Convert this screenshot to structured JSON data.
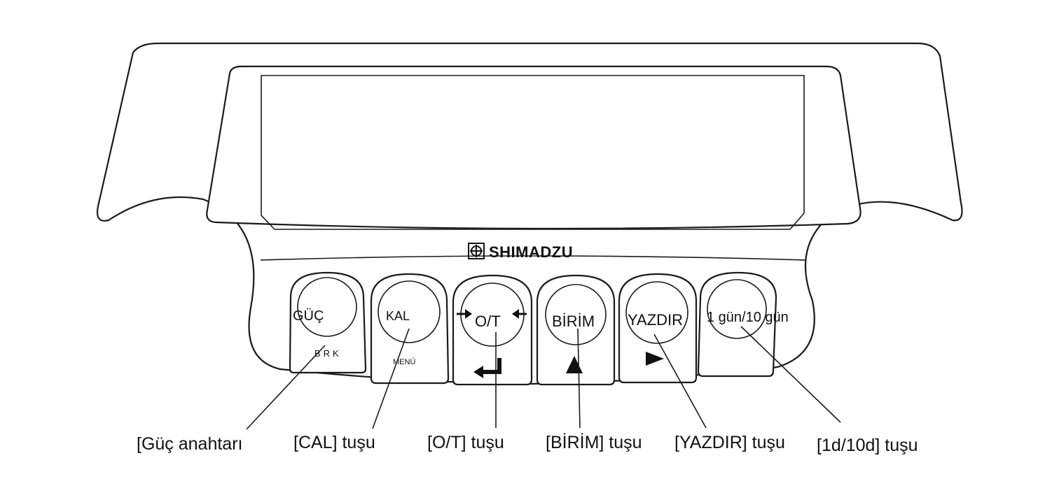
{
  "brand": {
    "logo_icon": "shimadzu-logo-icon",
    "name": "SHIMADZU"
  },
  "display": {
    "icon": "lcd-display-window"
  },
  "keys": [
    {
      "id": "power",
      "label": "GÜÇ",
      "sub_label": "BRK",
      "callout": "[Güç anahtarı"
    },
    {
      "id": "cal",
      "label": "KAL",
      "sub_label": "MENÜ",
      "callout": "[CAL] tuşu"
    },
    {
      "id": "ot",
      "label": "O/T",
      "sub_icon": "enter-arrow-icon",
      "callout": "[O/T] tuşu"
    },
    {
      "id": "unit",
      "label": "BİRİM",
      "sub_icon": "up-triangle-icon",
      "callout": "[BİRİM] tuşu"
    },
    {
      "id": "print",
      "label": "YAZDIR",
      "sub_icon": "right-triangle-icon",
      "callout": "[YAZDIR] tuşu"
    },
    {
      "id": "d1d10",
      "label": "1 gün/10 gün",
      "callout": "[1d/10d] tuşu"
    }
  ]
}
